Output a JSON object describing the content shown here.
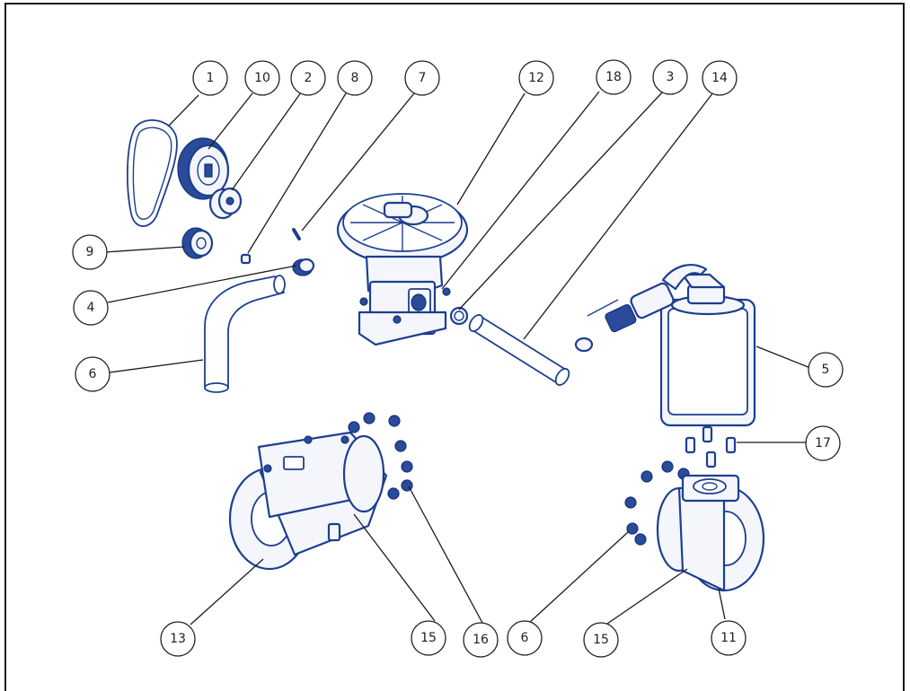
{
  "diagram": {
    "callouts": [
      {
        "id": "c-1",
        "label": "1"
      },
      {
        "id": "c-10",
        "label": "10"
      },
      {
        "id": "c-2",
        "label": "2"
      },
      {
        "id": "c-8",
        "label": "8"
      },
      {
        "id": "c-7",
        "label": "7"
      },
      {
        "id": "c-12",
        "label": "12"
      },
      {
        "id": "c-18",
        "label": "18"
      },
      {
        "id": "c-3",
        "label": "3"
      },
      {
        "id": "c-14",
        "label": "14"
      },
      {
        "id": "c-9",
        "label": "9"
      },
      {
        "id": "c-4",
        "label": "4"
      },
      {
        "id": "c-6a",
        "label": "6"
      },
      {
        "id": "c-5",
        "label": "5"
      },
      {
        "id": "c-17",
        "label": "17"
      },
      {
        "id": "c-13",
        "label": "13"
      },
      {
        "id": "c-15a",
        "label": "15"
      },
      {
        "id": "c-16",
        "label": "16"
      },
      {
        "id": "c-6b",
        "label": "6"
      },
      {
        "id": "c-15b",
        "label": "15"
      },
      {
        "id": "c-11",
        "label": "11"
      }
    ]
  }
}
